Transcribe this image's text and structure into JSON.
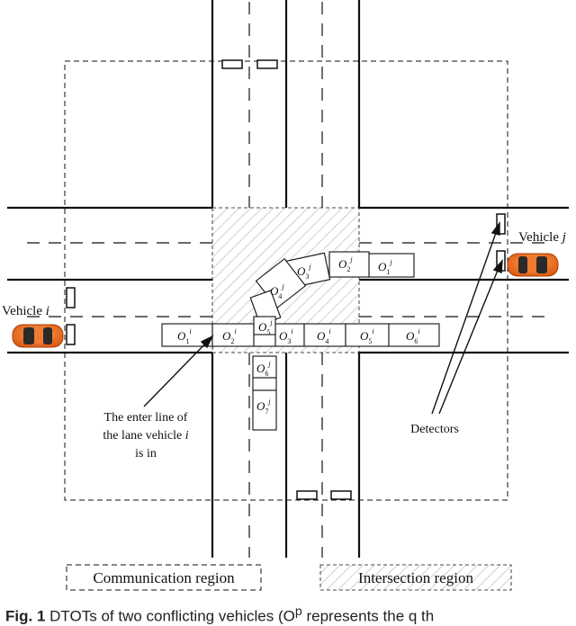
{
  "labels": {
    "vehicle_i": "Vehicle",
    "vehicle_i_sub": "i",
    "vehicle_j": "Vehicle",
    "vehicle_j_sub": "j",
    "detectors": "Detectors",
    "enter_line_1": "The enter line of",
    "enter_line_2_pre": "the lane vehicle",
    "enter_line_2_var": "i",
    "enter_line_3": "is in",
    "legend_communication": "Communication region",
    "legend_intersection": "Intersection region"
  },
  "occupancy_i": [
    {
      "base": "O",
      "sub": "1",
      "sup": "i"
    },
    {
      "base": "O",
      "sub": "2",
      "sup": "i"
    },
    {
      "base": "O",
      "sub": "3",
      "sup": "i"
    },
    {
      "base": "O",
      "sub": "4",
      "sup": "i"
    },
    {
      "base": "O",
      "sub": "5",
      "sup": "i"
    },
    {
      "base": "O",
      "sub": "6",
      "sup": "i"
    }
  ],
  "occupancy_j": [
    {
      "base": "O",
      "sub": "1",
      "sup": "j"
    },
    {
      "base": "O",
      "sub": "2",
      "sup": "j"
    },
    {
      "base": "O",
      "sub": "3",
      "sup": "j"
    },
    {
      "base": "O",
      "sub": "4",
      "sup": "j"
    },
    {
      "base": "O",
      "sub": "5",
      "sup": "j"
    },
    {
      "base": "O",
      "sub": "6",
      "sup": "j"
    },
    {
      "base": "O",
      "sub": "7",
      "sup": "j"
    }
  ],
  "caption": {
    "fig": "Fig. 1",
    "text": "DTOTs of two conflicting vehicles  (O",
    "text_sup": "p",
    "text_rest": " represents the q th"
  },
  "colors": {
    "car": "#e8661b",
    "line": "#111111"
  }
}
